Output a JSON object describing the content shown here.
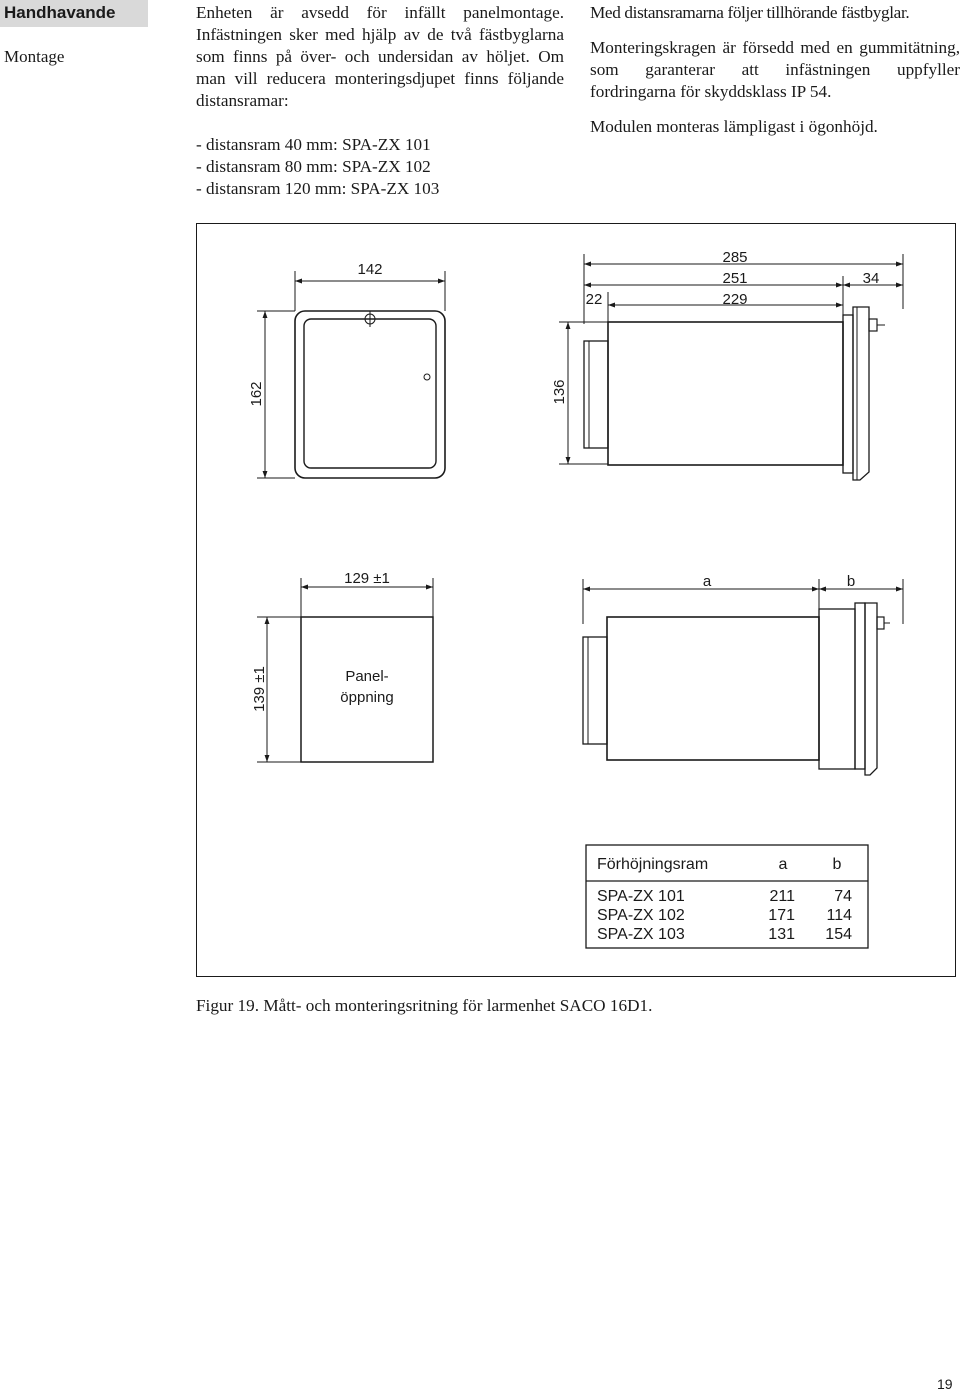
{
  "section": {
    "title": "Handhavande",
    "subtitle": "Montage"
  },
  "col1": {
    "paragraph": "Enheten är avsedd för infällt panelmontage. Infästningen sker med hjälp av de två fäst­byglarna som finns på över- och undersidan av höljet. Om man vill reducera monteringsdjupet finns följande distansramar:",
    "list": [
      "- distansram 40 mm: SPA-ZX 101",
      "- distansram 80 mm: SPA-ZX 102",
      "- distansram 120 mm: SPA-ZX 103"
    ]
  },
  "col2": {
    "p1": "Med distansramarna följer tillhörande fästbyglar.",
    "p2": "Monteringskragen är försedd med en gummit­ätning, som garanterar att infästningen uppfyl­ler fordringarna för skyddsklass IP 54.",
    "p3": "Modulen monteras lämpligast i ögonhöjd."
  },
  "figure": {
    "front_width": "142",
    "front_height": "162",
    "side_total": "285",
    "side_251": "251",
    "side_229": "229",
    "side_22": "22",
    "side_34": "34",
    "side_height": "136",
    "cutout_width": "129 ±1",
    "cutout_height": "139 ±1",
    "cutout_label_1": "Panel-",
    "cutout_label_2": "öppning",
    "dim_a": "a",
    "dim_b": "b",
    "table": {
      "headers": [
        "Förhöjningsram",
        "a",
        "b"
      ],
      "rows": [
        [
          "SPA-ZX 101",
          "211",
          "74"
        ],
        [
          "SPA-ZX 102",
          "171",
          "114"
        ],
        [
          "SPA-ZX 103",
          "131",
          "154"
        ]
      ]
    }
  },
  "caption": "Figur 19. Mått- och monteringsritning för larmenhet SACO 16D1.",
  "page_number": "19"
}
